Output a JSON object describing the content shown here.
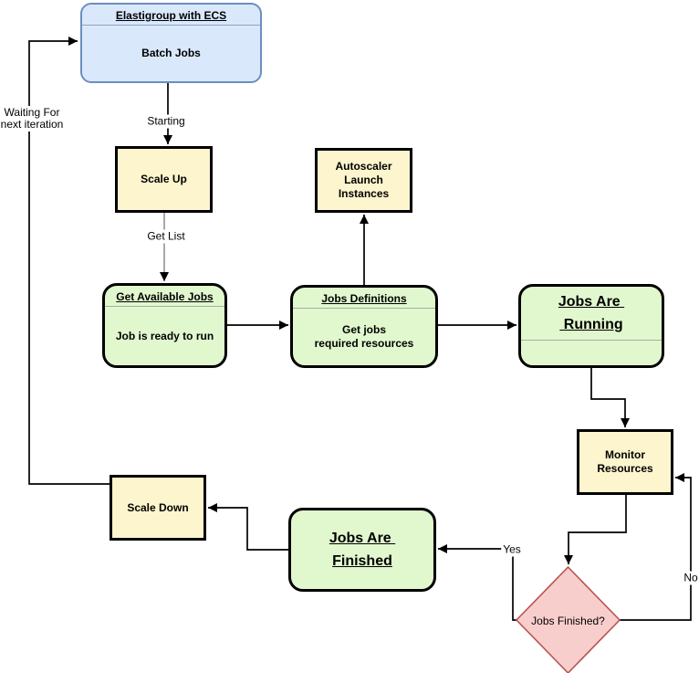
{
  "diagram": {
    "nodes": {
      "elastigroup": {
        "title": "Elastigroup with ECS",
        "body": "Batch Jobs"
      },
      "scale_up": {
        "label": "Scale Up"
      },
      "autoscaler": {
        "label": "Autoscaler\nLaunch\nInstances"
      },
      "get_available_jobs": {
        "title": "Get Available Jobs",
        "body": "Job is ready to run"
      },
      "jobs_definitions": {
        "title": "Jobs Definitions",
        "body": "Get jobs\nrequired resources"
      },
      "jobs_are_running": {
        "title": "Jobs Are \n Running"
      },
      "monitor_resources": {
        "label": "Monitor\nResources"
      },
      "scale_down": {
        "label": "Scale Down"
      },
      "jobs_are_finished": {
        "title": "Jobs Are \nFinished"
      },
      "jobs_finished_decision": {
        "label": "Jobs Finished?"
      }
    },
    "edge_labels": {
      "waiting": "Waiting For\nnext iteration",
      "starting": "Starting",
      "get_list": "Get List",
      "yes": "Yes",
      "no": "No"
    },
    "colors": {
      "blue_fill": "#DAE8FC",
      "blue_border": "#6C8EBF",
      "yellow_fill": "#FCF5CD",
      "green_fill": "#E1F8CE",
      "black_border": "#000000",
      "decision_fill": "#F8CECC",
      "decision_border": "#B85450",
      "edge_black": "#000000",
      "edge_gray": "#999999"
    }
  }
}
